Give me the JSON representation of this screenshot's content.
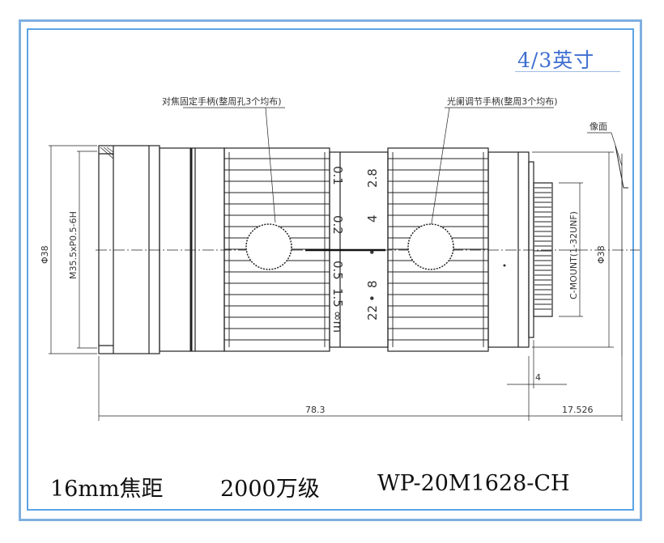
{
  "size_tag": "4/3英寸",
  "callouts": {
    "focus_handle": "对焦固定手柄(整周孔3个均布)",
    "iris_handle": "光阑调节手柄(整周3个均布)",
    "image_plane": "像面"
  },
  "dims": {
    "dia_left": "Φ38",
    "thread": "M35.5xP0.5-6H",
    "dia_right": "Φ38",
    "mount": "C-MOUNT(1-32UNF)",
    "length": "78.3",
    "flange": "17.526",
    "flange_step": "4"
  },
  "scales": {
    "focus": [
      "0.1",
      "0.2",
      "0.5",
      "1.5",
      "∞m"
    ],
    "aperture": [
      "2.8",
      "4",
      "•",
      "8",
      "•",
      "22"
    ]
  },
  "captions": {
    "focal": "16mm焦距",
    "resolution": "2000万级",
    "model": "WP-20M1628-CH"
  }
}
